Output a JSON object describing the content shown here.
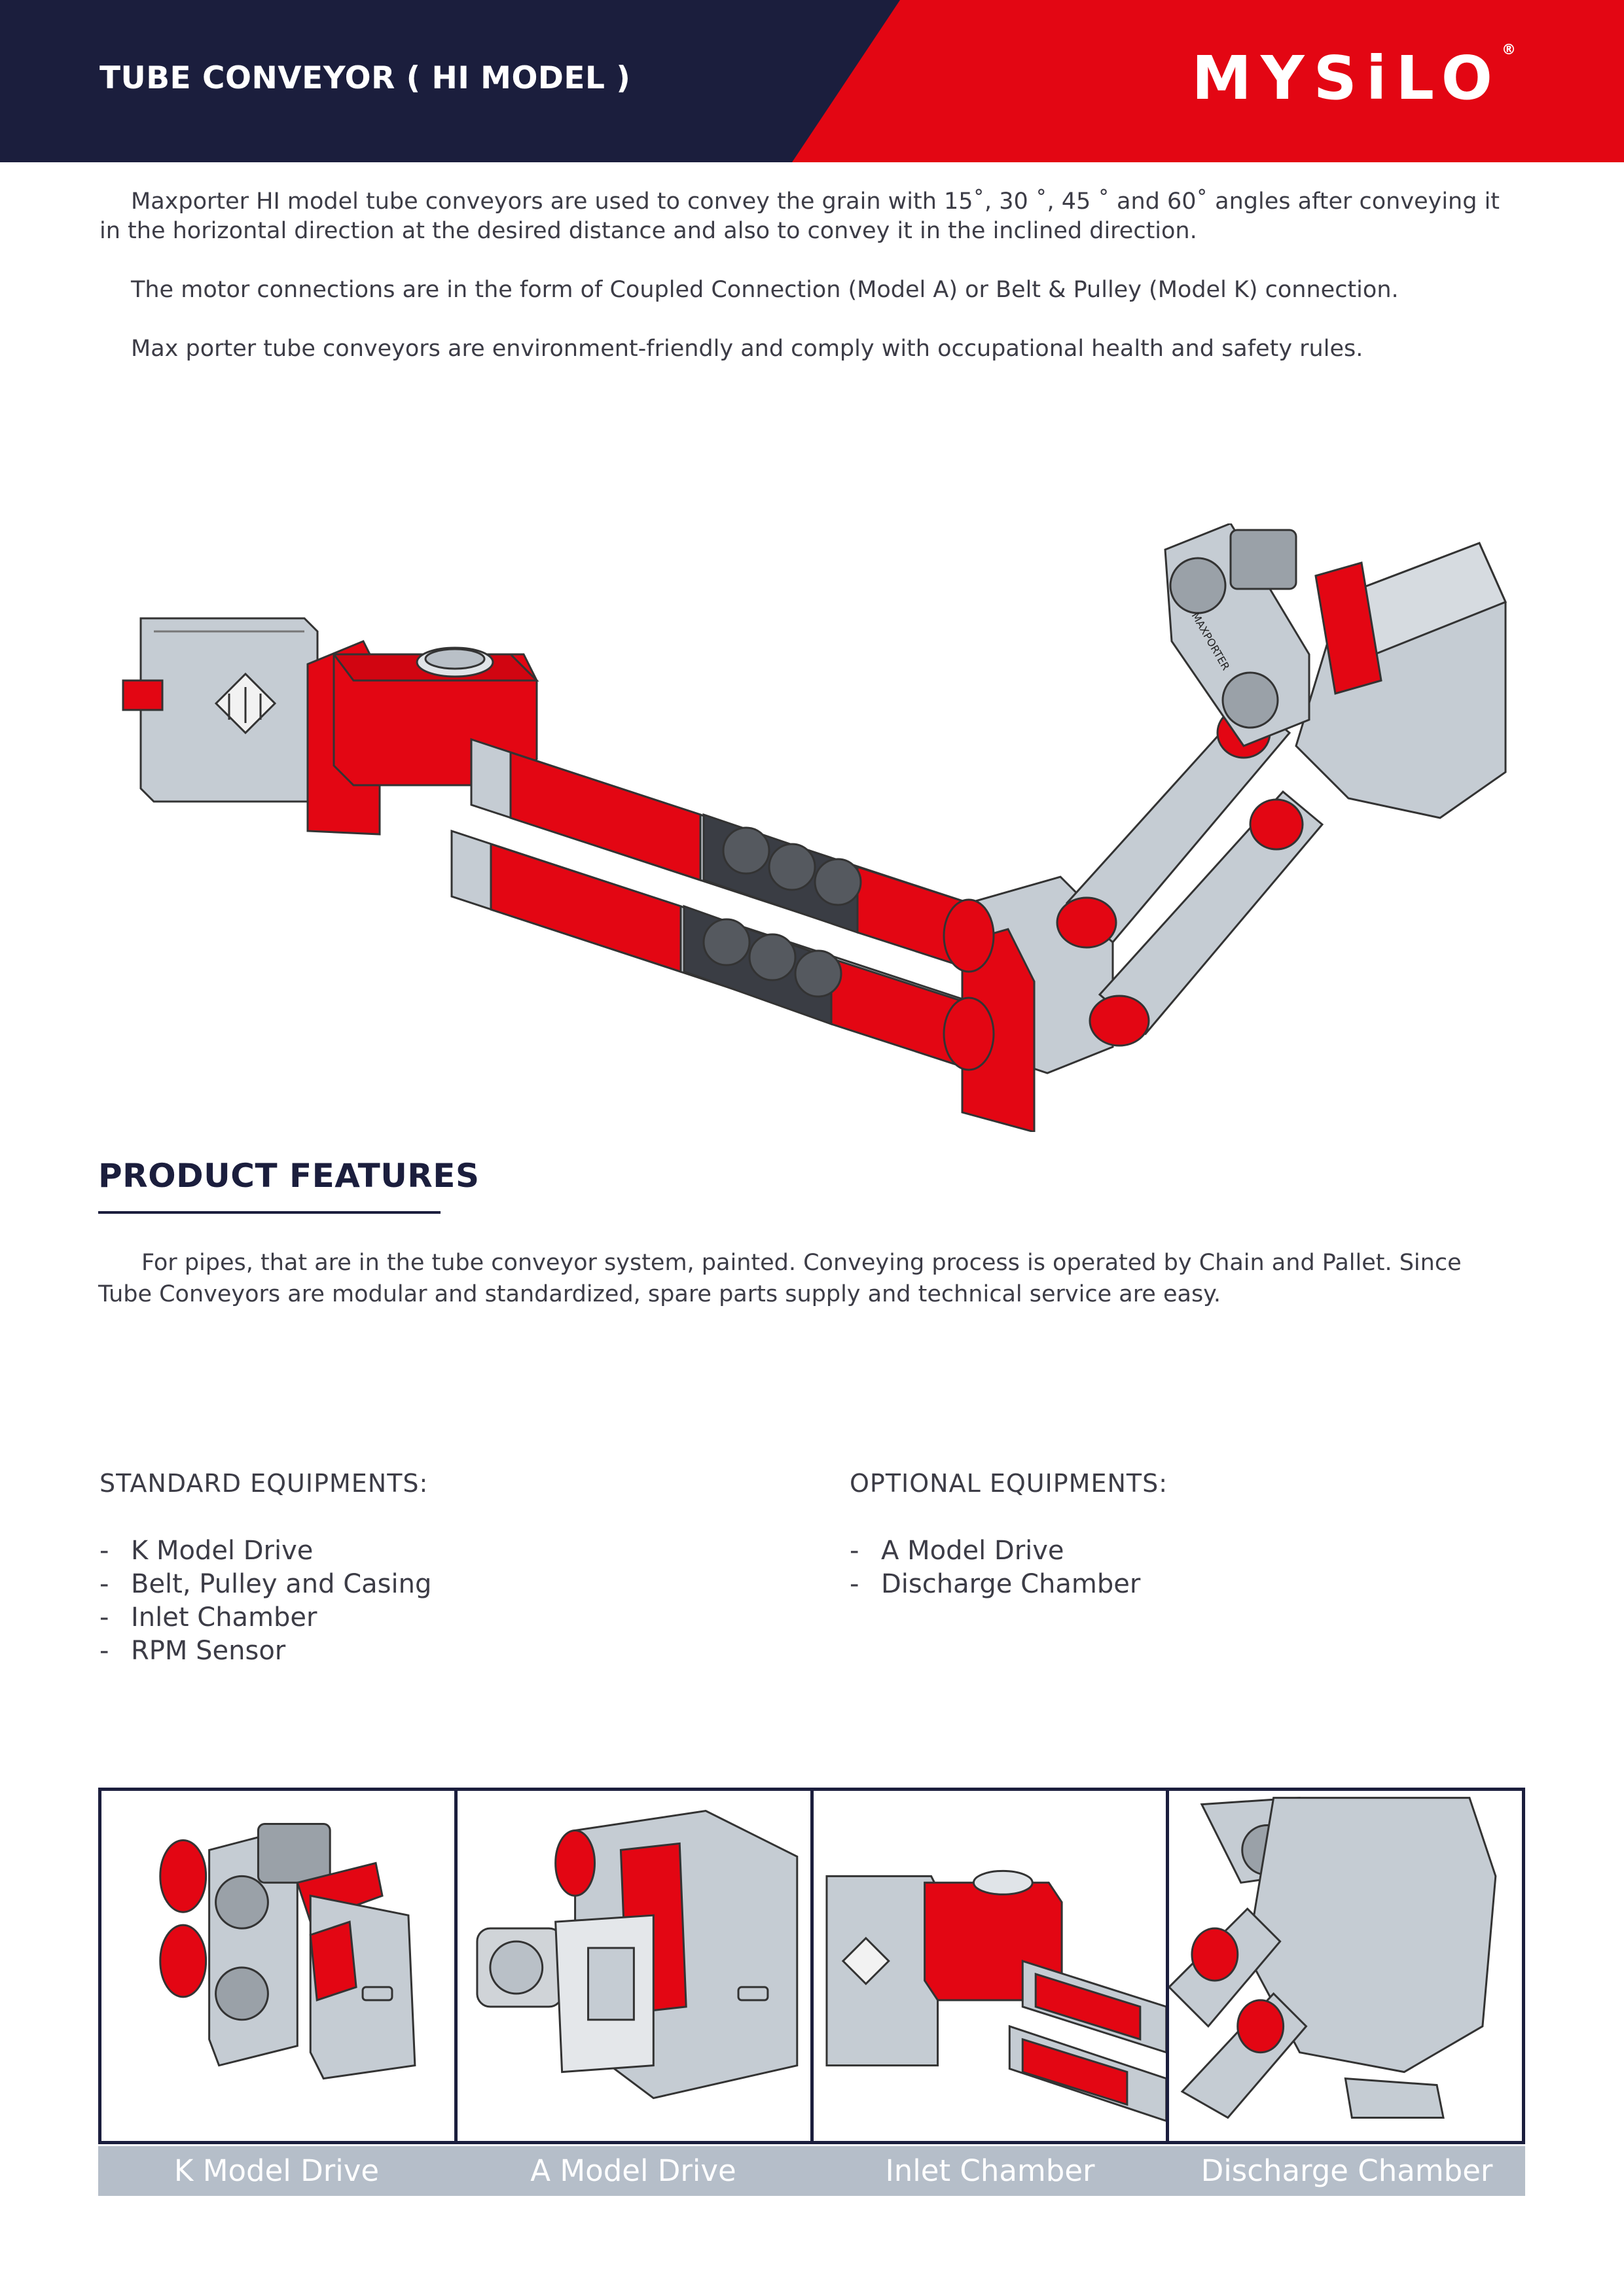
{
  "header": {
    "title": "TUBE CONVEYOR ( HI MODEL )",
    "logo_text": "MYSiLO",
    "logo_mark": "®",
    "colors": {
      "navy": "#1b1e3d",
      "red": "#e30613"
    }
  },
  "intro": {
    "p1": "Maxporter HI model tube conveyors are used to convey the grain with 15˚, 30 ˚, 45 ˚ and 60˚ angles after conveying it in the horizontal direction at the desired distance and also to convey it in the inclined direction.",
    "p2": "The motor connections are in the form of Coupled Connection (Model A) or Belt & Pulley (Model K) connection.",
    "p3": "Max porter tube conveyors are environment-friendly and comply with occupational health and safety rules."
  },
  "figure": {
    "brand_label": "MAXPORTER"
  },
  "features": {
    "title": "PRODUCT FEATURES",
    "text": "For pipes, that are in the tube conveyor system, painted. Conveying process is operated by Chain and Pallet.  Since Tube Conveyors are modular and standardized, spare parts supply and technical service are easy."
  },
  "standard": {
    "title": "STANDARD EQUIPMENTS:",
    "items": [
      "K Model Drive",
      "Belt, Pulley and Casing",
      "Inlet Chamber",
      "RPM Sensor"
    ]
  },
  "optional": {
    "title": "OPTIONAL EQUIPMENTS:",
    "items": [
      "A Model Drive",
      "Discharge Chamber"
    ]
  },
  "thumbnails": [
    {
      "caption": "K Model Drive"
    },
    {
      "caption": "A Model Drive"
    },
    {
      "caption": "Inlet Chamber"
    },
    {
      "caption": "Discharge Chamber"
    }
  ],
  "list_marker": "-"
}
